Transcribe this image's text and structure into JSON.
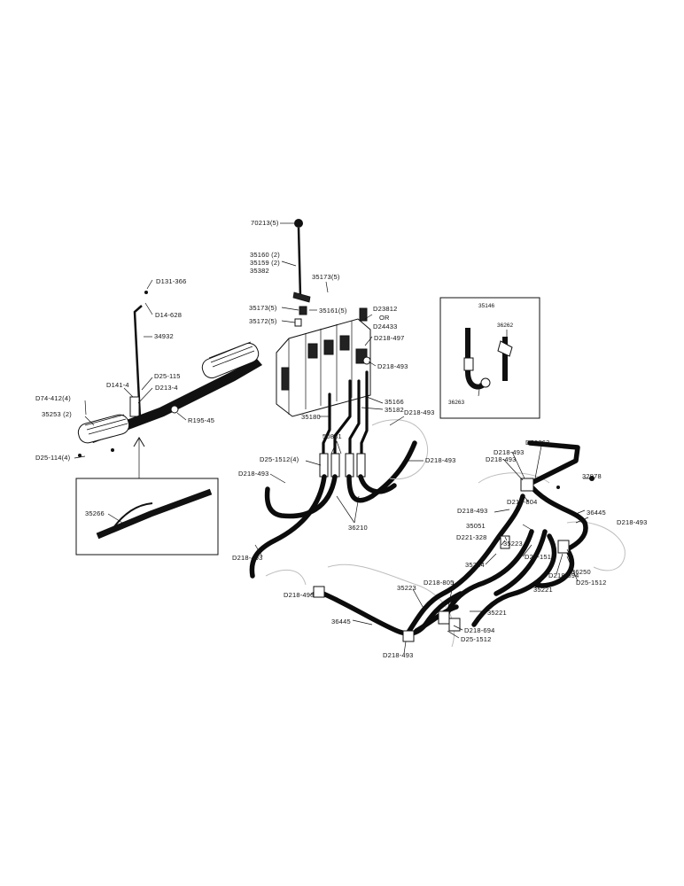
{
  "labels": {
    "knob": "70213(5)",
    "lever_a": "35160 (2)",
    "lever_b": "35159 (2)",
    "lever_c": "35382",
    "pin_a": "35173(5)",
    "pin_b": "35173(5)",
    "pin_c": "35161(5)",
    "pin_d": "35172(5)",
    "valve_top": "D23812",
    "valve_or": "OR",
    "valve_b": "D24433",
    "fit_a": "D218-497",
    "fit_b": "D218-493",
    "tube_a": "35166",
    "tube_b": "35182",
    "tube_c": "35180",
    "fit_c": "D218-493",
    "clip": "50881",
    "fit_d": "D218-493",
    "clamp": "D25-1512(4)",
    "fit_e": "D218-493",
    "hoses": "36210",
    "fit_f": "D218-493",
    "ped_a": "D131-366",
    "ped_b": "D14-628",
    "rod": "34932",
    "ped_c": "D25-115",
    "ped_d": "D141-4",
    "ped_e": "D213-4",
    "ped_f": "D74-412(4)",
    "pad": "35253 (2)",
    "ped_g": "R195-45",
    "ped_h": "D25-114(4)",
    "inset_pedal": "35266",
    "inset_valve": "35146",
    "iv_a": "36262",
    "iv_b": "36263",
    "r_a": "D218-493",
    "r_b": "D20263",
    "r_c": "D218-493",
    "r_d": "32978",
    "r_e": "D218-804",
    "r_f": "D218-493",
    "r_g": "36445",
    "r_h": "D218-493",
    "r_i": "35051",
    "r_j": "D221-328",
    "r_k": "35223",
    "r_l": "D25-1512",
    "r_m": "35214",
    "r_n": "D218-694",
    "r_o": "36250",
    "r_p": "D25-1512",
    "r_q": "35221",
    "r_r": "D218-805",
    "r_s": "35223",
    "r_t": "D218-493",
    "r_u": "35221",
    "r_v": "36445",
    "r_w": "D218-694",
    "r_x": "D25-1512",
    "r_y": "D218-493"
  }
}
